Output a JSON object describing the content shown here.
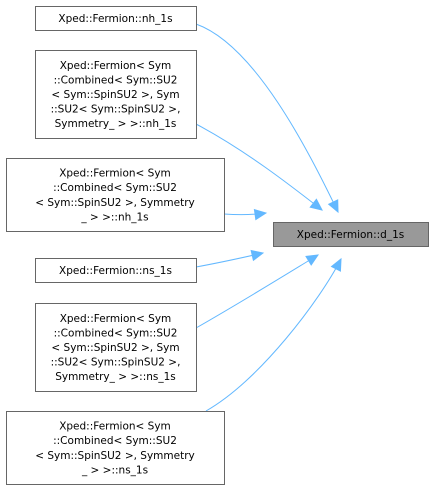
{
  "colors": {
    "edge": "#63b8ff",
    "node_border": "#666666",
    "node_fill": "#ffffff",
    "target_fill": "#999999",
    "target_border": "#666666",
    "text": "#000000"
  },
  "target": {
    "id": "d1s",
    "lines": [
      "Xped::Fermion::d_1s"
    ]
  },
  "callers": [
    {
      "id": "nh1s",
      "lines": [
        "Xped::Fermion::nh_1s"
      ]
    },
    {
      "id": "nh1s_sym2",
      "lines": [
        "Xped::Fermion< Sym",
        "::Combined< Sym::SU2",
        "< Sym::SpinSU2 >, Sym",
        "::SU2< Sym::SpinSU2 >,",
        "Symmetry_ > >::nh_1s"
      ]
    },
    {
      "id": "nh1s_sym1",
      "lines": [
        "Xped::Fermion< Sym",
        "::Combined< Sym::SU2",
        "< Sym::SpinSU2 >, Symmetry",
        "_ > >::nh_1s"
      ]
    },
    {
      "id": "ns1s",
      "lines": [
        "Xped::Fermion::ns_1s"
      ]
    },
    {
      "id": "ns1s_sym2",
      "lines": [
        "Xped::Fermion< Sym",
        "::Combined< Sym::SU2",
        "< Sym::SpinSU2 >, Sym",
        "::SU2< Sym::SpinSU2 >,",
        "Symmetry_ > >::ns_1s"
      ]
    },
    {
      "id": "ns1s_sym1",
      "lines": [
        "Xped::Fermion< Sym",
        "::Combined< Sym::SU2",
        "< Sym::SpinSU2 >, Symmetry",
        "_ > >::ns_1s"
      ]
    }
  ]
}
